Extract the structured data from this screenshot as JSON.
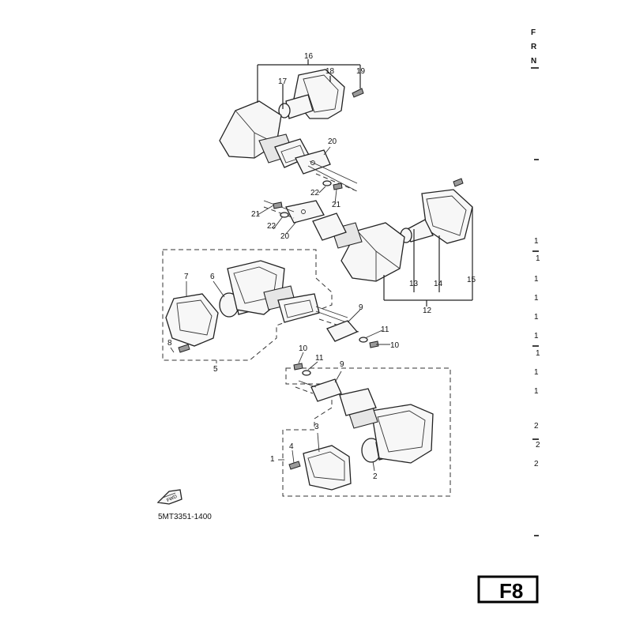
{
  "diagram": {
    "drawing_code": "5MT3351-1400",
    "page_label": "F8",
    "fwd_label": "FWD",
    "callouts": [
      "1",
      "2",
      "3",
      "4",
      "5",
      "6",
      "7",
      "8",
      "9",
      "10",
      "11",
      "12",
      "13",
      "14",
      "15",
      "16",
      "17",
      "18",
      "19",
      "20",
      "21",
      "22"
    ],
    "right_edge_text": [
      "F",
      "R",
      "N",
      "1",
      "1",
      "1",
      "1",
      "1",
      "1",
      "1",
      "1",
      "1",
      "2",
      "2",
      "2"
    ]
  }
}
